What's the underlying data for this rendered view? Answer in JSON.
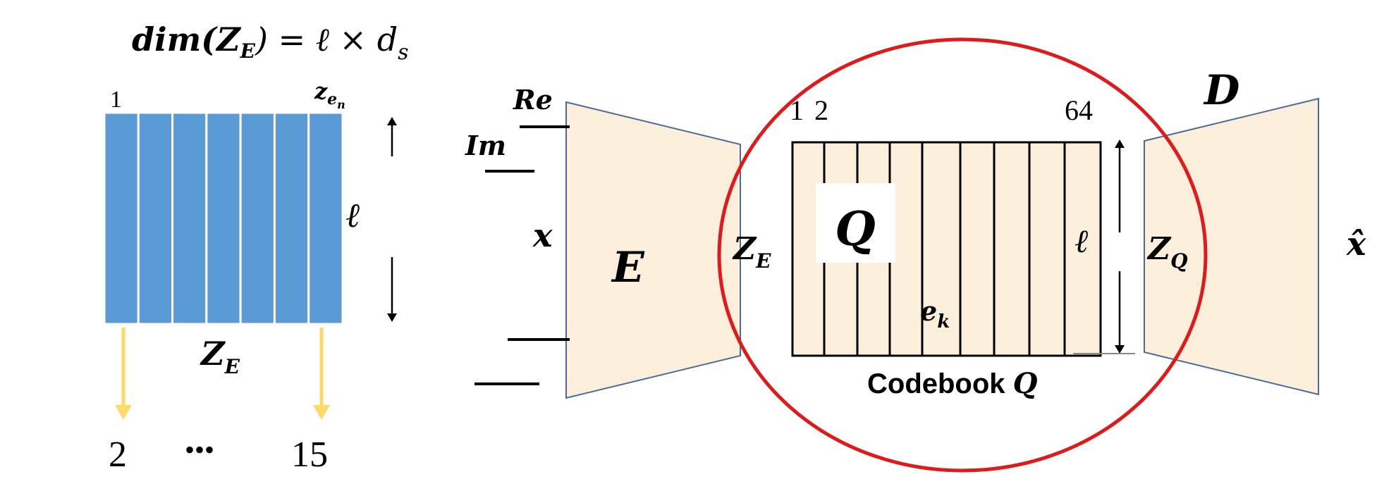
{
  "colors": {
    "column_fill": "#5b9bd5",
    "column_divider": "#ffffff",
    "arrow_yellow": "#ffd966",
    "parchment": "#fbefdc",
    "trapezoid_stroke": "#4a6a9a",
    "circle_stroke": "#e01a1a",
    "ink": "#000000"
  },
  "formula": {
    "dim": "dim(",
    "z": "Z",
    "sub_e": "E",
    "eq": ") = ℓ × d",
    "sub_s": "s"
  },
  "left_block": {
    "col_first": "1",
    "col_last": "z",
    "col_last_sub_e": "e",
    "col_last_sub_n": "n",
    "height_label": "ℓ",
    "name": "Z",
    "name_sub": "E",
    "out_first": "2",
    "out_dots": "•••",
    "out_last": "15",
    "column_count": 7
  },
  "encoder": {
    "input_re": "Re",
    "input_im": "Im",
    "input_x": "x",
    "name": "E",
    "output": "Z",
    "output_sub": "E"
  },
  "codebook": {
    "col_1": "1",
    "col_2": "2",
    "col_last": "64",
    "q_box": "Q",
    "height_label": "ℓ",
    "entry": "e",
    "entry_sub": "k",
    "caption": "Codebook ",
    "caption_q": "Q"
  },
  "decoder": {
    "name": "D",
    "input": "Z",
    "input_sub": "Q",
    "output": "x̂"
  }
}
